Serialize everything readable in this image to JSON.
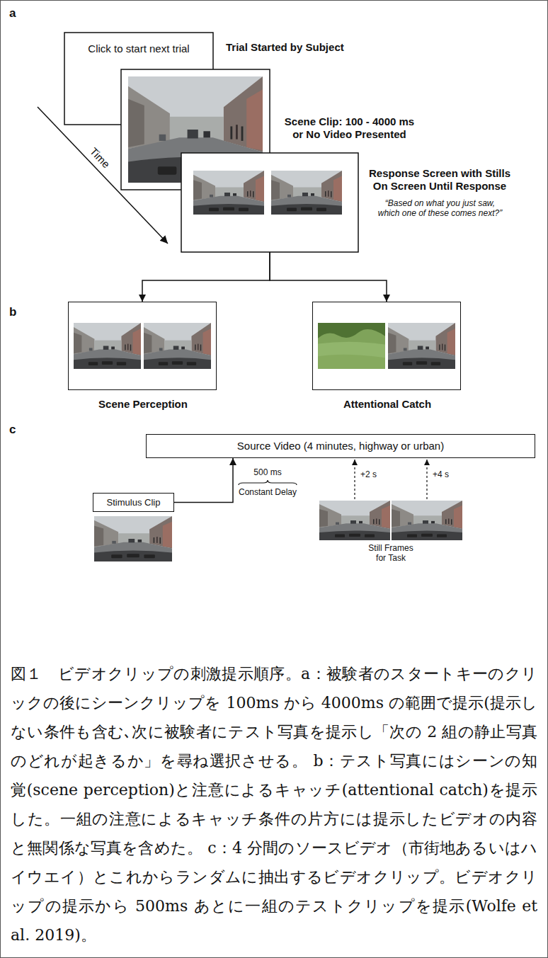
{
  "diagram": {
    "caption": "図１　ビデオクリップの刺激提示順序。a：被験者のスタートキーのクリックの後にシーンクリップを 100ms から 4000ms の範囲で提示(提示しない条件も含む､次に被験者にテスト写真を提示し「次の 2 組の静止写真のどれが起きるか」を尋ね選択させる。 b：テスト写真にはシーンの知覚(scene perception)と注意によるキャッチ(attentional catch)を提示した。一組の注意によるキャッチ条件の片方には提示したビデオの内容と無関係な写真を含めた。 c：4 分間のソースビデオ（市街地あるいはハイウエイ）とこれからランダムに抽出するビデオクリップ。ビデオクリップの提示から 500ms あとに一組のテストクリップを提示(Wolfe et al. 2019)。",
    "nodes": [
      {
        "text": [
          "Click to start next trial",
          "Trial Started by Subject"
        ]
      },
      {
        "text": [
          "Scene Clip: 100 - 4000 ms or No Video Presented"
        ]
      },
      {
        "text": [
          "Response Screen with Stills On Screen Until Response",
          "“Based on what you just saw, which one of these comes next?”"
        ]
      },
      {
        "text": [
          "Scene Perception"
        ]
      },
      {
        "text": [
          "Attentional Catch"
        ]
      },
      {
        "text": [
          "Source Video (4 minutes, highway or urban)"
        ]
      },
      {
        "text": [
          "Stimulus Clip"
        ]
      }
    ],
    "edges": [
      {
        "from": 2,
        "to": 3,
        "arrow": "to"
      },
      {
        "from": 2,
        "to": 4,
        "arrow": "to"
      },
      {
        "from": 6,
        "to": 5,
        "arrow": "to"
      }
    ],
    "labels": [
      "a",
      "b",
      "c",
      "Time",
      "500 ms Constant Delay",
      "+2 s",
      "+4 s",
      "Still Frames for Task"
    ]
  }
}
